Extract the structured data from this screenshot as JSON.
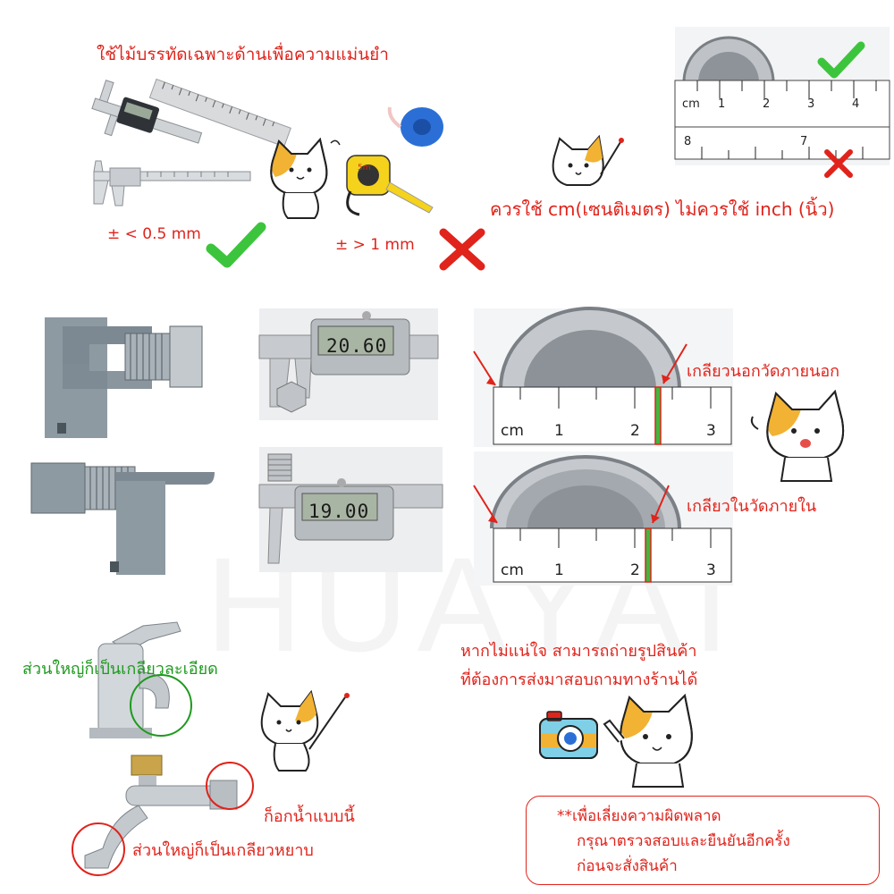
{
  "section1": {
    "heading": "ใช้ไม้บรรทัดเฉพาะด้านเพื่อความแม่นยำ",
    "tolerance_good": "±  < 0.5 mm",
    "tolerance_bad": "±  > 1 mm",
    "tape_label": "5m"
  },
  "section2": {
    "unit_note": "ควรใช้ cm(เซนติเมตร) ไม่ควรใช้ inch (นิ้ว)",
    "ruler_cm_label": "cm",
    "ruler_cm_ticks": [
      "1",
      "2",
      "3",
      "4"
    ],
    "ruler_inch_label": "8",
    "ruler_inch_tick": "7"
  },
  "section3": {
    "caliper_reading_outer": "20.60",
    "caliper_reading_inner": "19.00",
    "outer_thread_label": "เกลียวนอกวัดภายนอก",
    "inner_thread_label": "เกลียวในวัดภายใน",
    "ruler_label": "cm",
    "ruler_ticks": [
      "1",
      "2",
      "3"
    ]
  },
  "section4": {
    "fine_thread_label": "ส่วนใหญ่ก็เป็นเกลียวละเอียด",
    "faucet_type_label": "ก็อกน้ำแบบนี้",
    "coarse_thread_label": "ส่วนใหญ่ก็เป็นเกลียวหยาบ"
  },
  "section5": {
    "photo_line1": "หากไม่แน่ใจ สามารถถ่ายรูปสินค้า",
    "photo_line2": "ที่ต้องการส่งมาสอบถามทางร้านได้",
    "notice_line1": "**เพื่อเลี่ยงความผิดพลาด",
    "notice_line2": "กรุณาตรวจสอบและยืนยันอีกครั้ง",
    "notice_line3": "ก่อนจะสั่งสินค้า"
  },
  "watermark": "HUAYAI",
  "colors": {
    "accent_red": "#e0231b",
    "accent_green": "#1e9a1e",
    "check_green": "#3cc53c",
    "cat_orange": "#f2b233"
  },
  "icons": [
    "check-icon",
    "cross-icon",
    "cat-mascot-icon",
    "camera-icon",
    "caliper-icon",
    "tape-measure-icon",
    "faucet-icon"
  ]
}
